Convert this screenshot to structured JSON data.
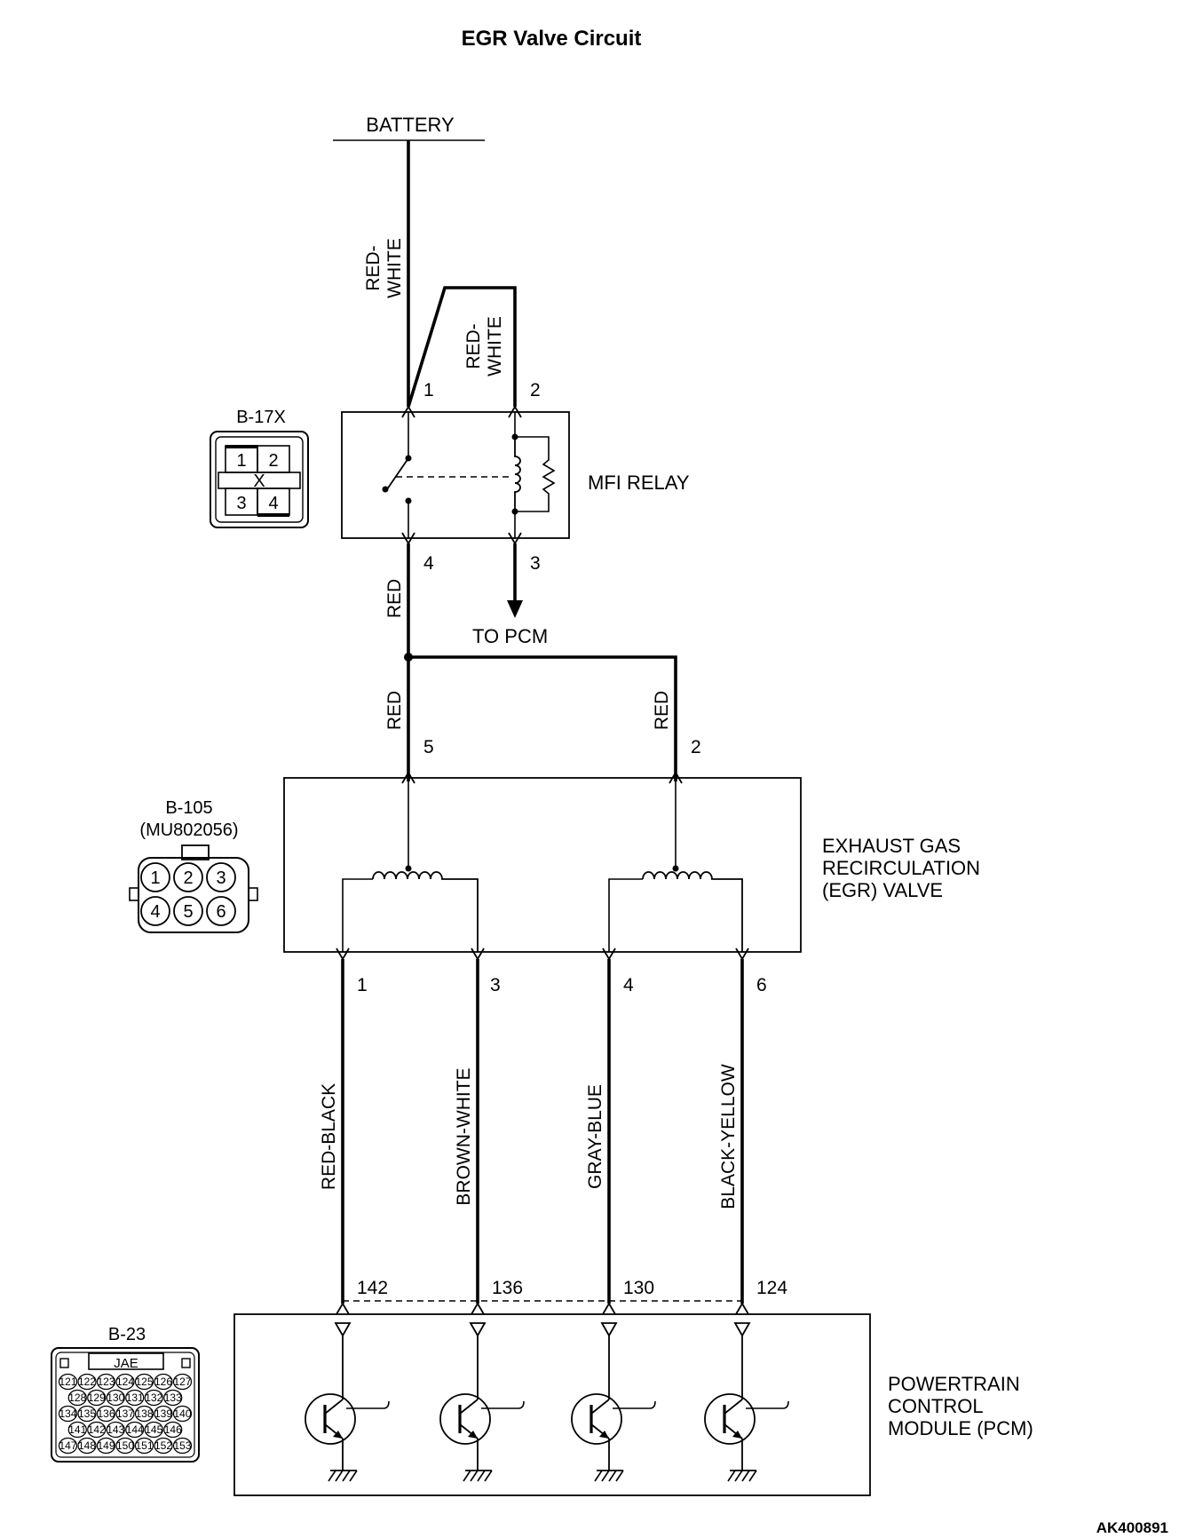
{
  "title": "EGR Valve Circuit",
  "figure_code": "AK400891",
  "battery": {
    "label": "BATTERY"
  },
  "relay": {
    "name": "MFI RELAY",
    "connector_id": "B-17X",
    "connector_pins": [
      "1",
      "2",
      "3",
      "4"
    ],
    "connector_mark": "X",
    "pins": {
      "p1": "1",
      "p2": "2",
      "p3": "3",
      "p4": "4"
    },
    "wire_in": "RED-\nWHITE",
    "wire_coil": "RED-\nWHITE",
    "wire_out": "RED",
    "to_pcm": "TO PCM"
  },
  "egr_valve": {
    "name_lines": [
      "EXHAUST GAS",
      "RECIRCULATION",
      "(EGR) VALVE"
    ],
    "connector_id": "B-105",
    "connector_part": "(MU802056)",
    "connector_pins": [
      "1",
      "2",
      "3",
      "4",
      "5",
      "6"
    ],
    "supply_pins": {
      "left": "5",
      "right": "2"
    },
    "supply_wire_left": "RED",
    "supply_wire_right": "RED",
    "output_pins": [
      "1",
      "3",
      "4",
      "6"
    ],
    "output_wires": [
      "RED-BLACK",
      "BROWN-WHITE",
      "GRAY-BLUE",
      "BLACK-YELLOW"
    ]
  },
  "pcm": {
    "name_lines": [
      "POWERTRAIN",
      "CONTROL",
      "MODULE (PCM)"
    ],
    "connector_id": "B-23",
    "connector_label": "JAE",
    "pins": [
      "142",
      "136",
      "130",
      "124"
    ],
    "connector_rows": [
      [
        "121",
        "122",
        "123",
        "124",
        "125",
        "126",
        "127"
      ],
      [
        "128",
        "129",
        "130",
        "131",
        "132",
        "133"
      ],
      [
        "134",
        "135",
        "136",
        "137",
        "138",
        "139",
        "140"
      ],
      [
        "141",
        "142",
        "143",
        "144",
        "145",
        "146"
      ],
      [
        "147",
        "148",
        "149",
        "150",
        "151",
        "152",
        "153"
      ]
    ]
  }
}
